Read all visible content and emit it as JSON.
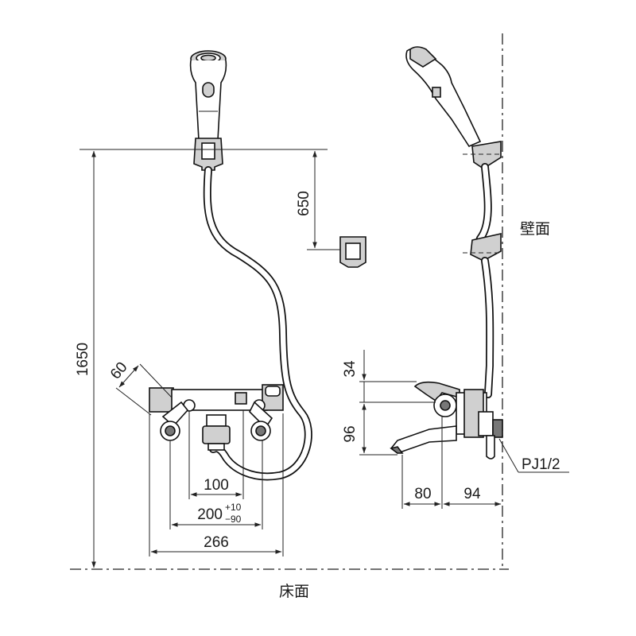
{
  "labels": {
    "wall": "壁面",
    "floor": "床面",
    "pipe_thread": "PJ1/2"
  },
  "dimensions": {
    "height_total": "1650",
    "hook_drop": "650",
    "handle_offset": "60",
    "inner_span": "100",
    "center_span": "200",
    "center_tol_plus": "+10",
    "center_tol_minus": "−90",
    "overall_width": "266",
    "upper_height": "34",
    "lower_height": "96",
    "spout_reach": "80",
    "wall_offset": "94"
  }
}
